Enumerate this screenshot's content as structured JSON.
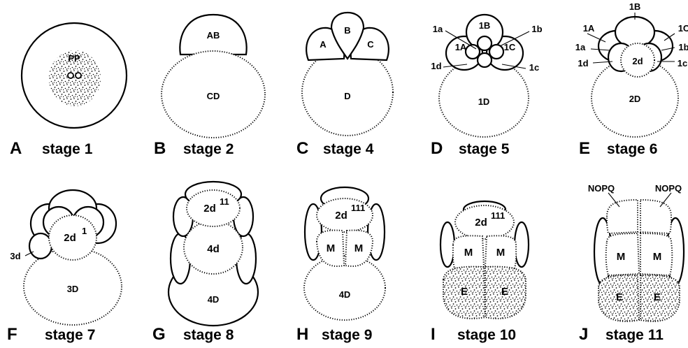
{
  "panels": [
    {
      "letter": "A",
      "caption": "stage 1",
      "cells": [
        "PP"
      ]
    },
    {
      "letter": "B",
      "caption": "stage 2",
      "cells": [
        "AB",
        "CD"
      ]
    },
    {
      "letter": "C",
      "caption": "stage 4",
      "cells": [
        "A",
        "B",
        "C",
        "D"
      ]
    },
    {
      "letter": "D",
      "caption": "stage 5",
      "cells": [
        "1a",
        "1B",
        "1b",
        "1A",
        "1C",
        "1d",
        "1c",
        "1D"
      ]
    },
    {
      "letter": "E",
      "caption": "stage 6",
      "cells": [
        "1B",
        "1A",
        "1C",
        "1a",
        "1b",
        "1d",
        "2d",
        "1c",
        "2D"
      ]
    },
    {
      "letter": "F",
      "caption": "stage 7",
      "cells": [
        "2d",
        "1",
        "3d",
        "3D"
      ]
    },
    {
      "letter": "G",
      "caption": "stage 8",
      "cells": [
        "2d",
        "11",
        "4d",
        "4D"
      ]
    },
    {
      "letter": "H",
      "caption": "stage 9",
      "cells": [
        "2d",
        "111",
        "M",
        "M",
        "4D"
      ]
    },
    {
      "letter": "I",
      "caption": "stage 10",
      "cells": [
        "2d",
        "111",
        "M",
        "M",
        "E",
        "E"
      ]
    },
    {
      "letter": "J",
      "caption": "stage 11",
      "cells": [
        "NOPQ",
        "NOPQ",
        "M",
        "M",
        "E",
        "E"
      ]
    }
  ]
}
